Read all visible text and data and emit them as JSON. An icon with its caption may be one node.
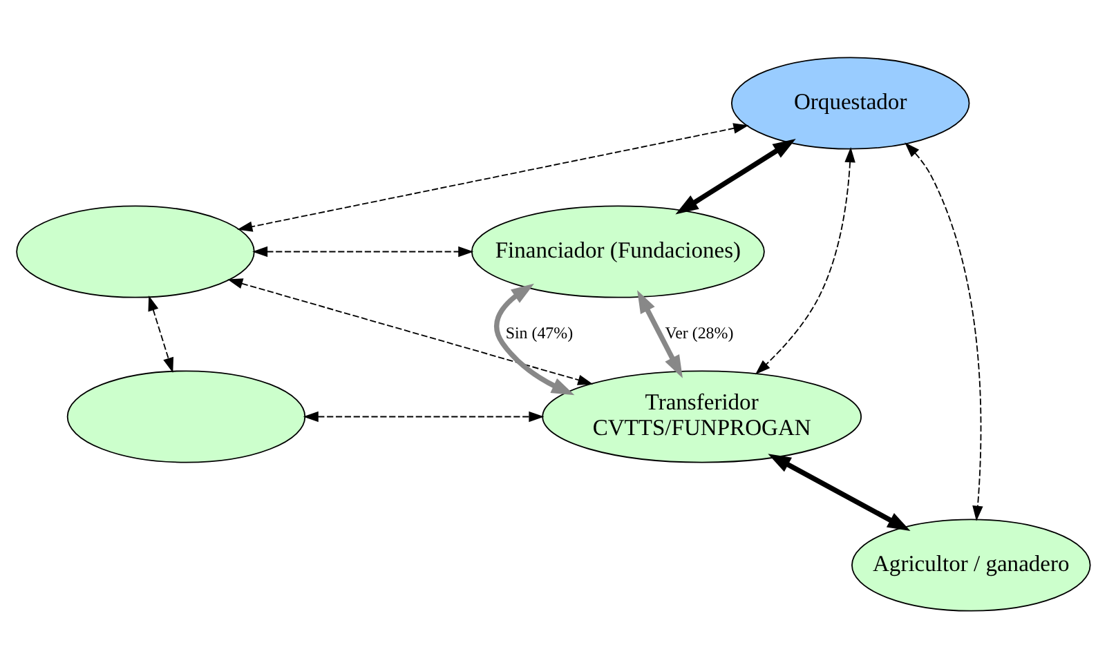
{
  "diagram": {
    "nodes": [
      {
        "text": [
          "Orquestador"
        ]
      },
      {
        "text": [],
        "shape": "ellipse"
      },
      {
        "text": [
          "Financiador (Fundaciones)"
        ]
      },
      {
        "text": [],
        "shape": "ellipse"
      },
      {
        "text": [
          "Transferidor",
          "CVTTS/FUNPROGAN"
        ]
      },
      {
        "text": [
          "Agricultor / ganadero"
        ]
      }
    ],
    "edges": [
      {
        "from": 0,
        "to": 1,
        "arrow": "both",
        "style": "dashed"
      },
      {
        "from": 0,
        "to": 2,
        "arrow": "both",
        "style": "thick"
      },
      {
        "from": 1,
        "to": 2,
        "arrow": "both",
        "style": "dashed"
      },
      {
        "from": 0,
        "to": 4,
        "arrow": "both",
        "style": "dashed"
      },
      {
        "from": 0,
        "to": 5,
        "arrow": "both",
        "style": "dashed"
      },
      {
        "from": 1,
        "to": 4,
        "arrow": "both",
        "style": "dashed"
      },
      {
        "from": 1,
        "to": 3,
        "arrow": "both",
        "style": "dashed"
      },
      {
        "from": 3,
        "to": 4,
        "arrow": "both",
        "style": "dashed"
      },
      {
        "from": 4,
        "to": 5,
        "arrow": "both",
        "style": "thick"
      },
      {
        "from": 2,
        "to": 4,
        "arrow": "both",
        "style": "thick",
        "color": "#888888",
        "label": "Sin (47%)"
      },
      {
        "from": 2,
        "to": 4,
        "arrow": "both",
        "style": "thick",
        "color": "#888888",
        "label": "Ver (28%)"
      }
    ]
  }
}
